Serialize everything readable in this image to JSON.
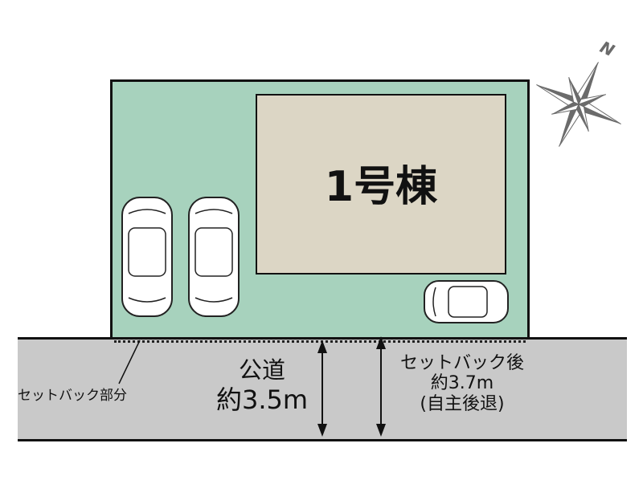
{
  "building": {
    "label": "1号棟"
  },
  "road": {
    "name": "公道",
    "width": "約3.5m"
  },
  "setback": {
    "label": "セットバック部分",
    "after_label": "セットバック後",
    "after_width": "約3.7m",
    "after_note": "(自主後退)"
  },
  "compass": {
    "label": "N",
    "icon": "compass-rose-icon"
  },
  "colors": {
    "lot": "#a7d2bd",
    "house": "#dcd6c5",
    "road": "#c9c9c9",
    "compass": "#6b6b6b"
  }
}
